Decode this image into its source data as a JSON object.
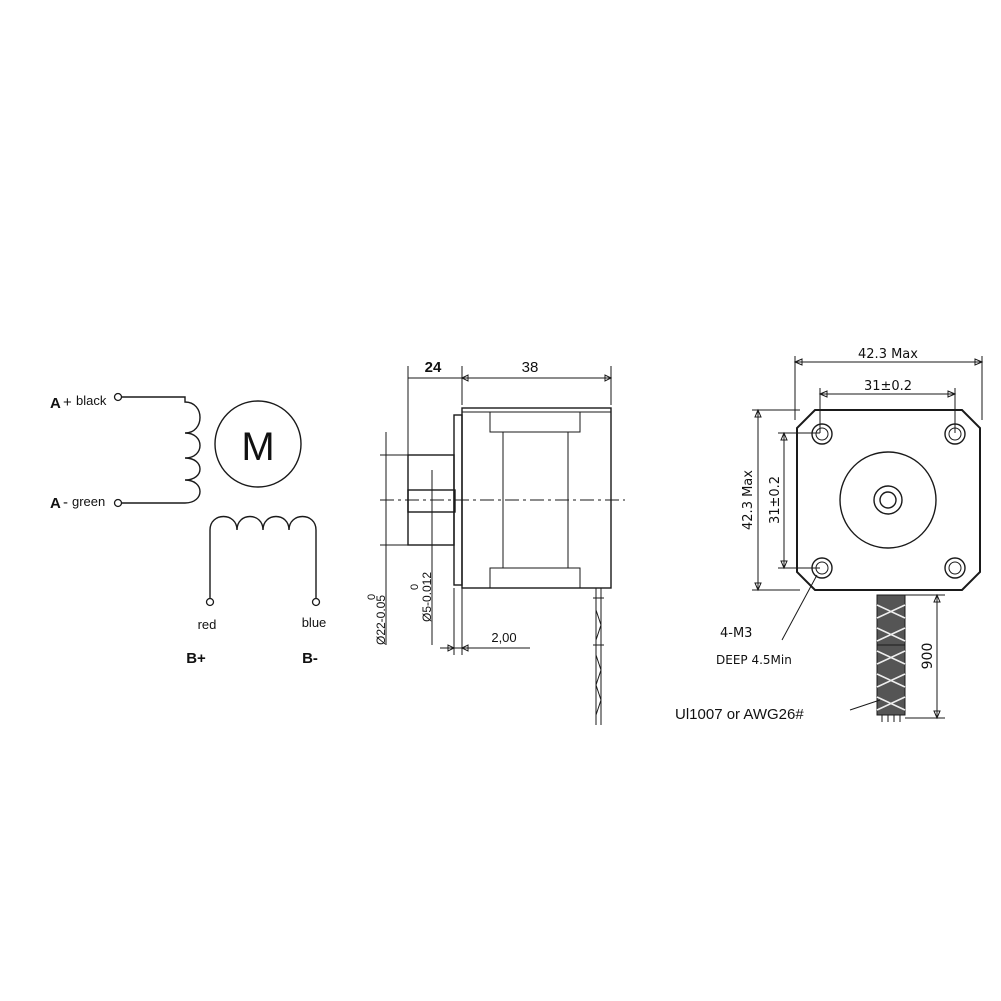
{
  "wiring": {
    "a_plus_label": "A",
    "a_plus_sign": "+",
    "a_plus_color": "black",
    "a_minus_label": "A",
    "a_minus_sign": "-",
    "a_minus_color": "green",
    "motor_symbol": "M",
    "b_plus_color": "red",
    "b_minus_color": "blue",
    "b_plus_label": "B+",
    "b_minus_label": "B-"
  },
  "side_view": {
    "dim_flange": "24",
    "dim_body": "38",
    "dim_shaft_dia": "Ø22-0.05",
    "dim_shaft_dia_top": "0",
    "dim_shaft_small": "Ø5-0.012",
    "dim_shaft_small_top": "0",
    "dim_step": "2,00"
  },
  "front_view": {
    "dim_width": "42.3 Max",
    "dim_hole_spacing": "31±0.2",
    "dim_height": "42.3 Max",
    "dim_hole_spacing_v": "31±0.2",
    "holes_label": "4-M3",
    "deep_label": "DEEP 4.5Min",
    "cable_length": "900",
    "cable_spec": "Ul1007 or AWG26#"
  }
}
